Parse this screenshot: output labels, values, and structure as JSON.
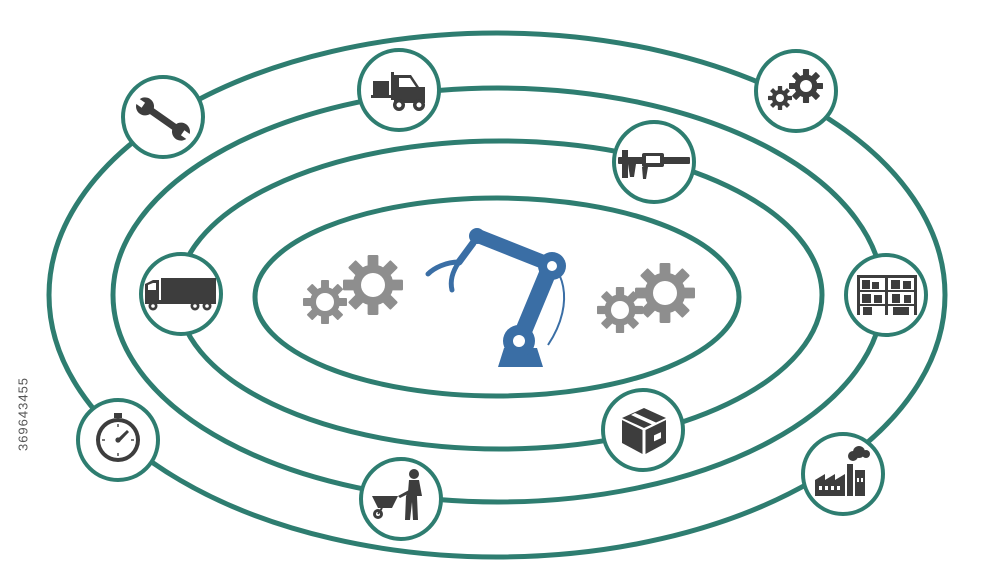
{
  "diagram": {
    "colors": {
      "ring": "#2e7d70",
      "icon": "#3d3d3d",
      "gear": "#8e8e8e",
      "robot": "#3a6ea5",
      "background": "#ffffff"
    },
    "center": {
      "left_gears": "gears-icon",
      "robot": "robotic-arm-icon",
      "right_gears": "gears-icon"
    },
    "nodes": [
      {
        "id": "wrench",
        "icon": "wrench-icon"
      },
      {
        "id": "forklift",
        "icon": "forklift-icon"
      },
      {
        "id": "gears",
        "icon": "gears-icon"
      },
      {
        "id": "caliper",
        "icon": "caliper-icon"
      },
      {
        "id": "truck",
        "icon": "truck-icon"
      },
      {
        "id": "warehouse",
        "icon": "warehouse-shelf-icon"
      },
      {
        "id": "stopwatch",
        "icon": "stopwatch-icon"
      },
      {
        "id": "box",
        "icon": "box-icon"
      },
      {
        "id": "worker",
        "icon": "worker-wheelbarrow-icon"
      },
      {
        "id": "factory",
        "icon": "factory-icon"
      }
    ]
  },
  "watermark": {
    "stock_id": "369643455"
  }
}
